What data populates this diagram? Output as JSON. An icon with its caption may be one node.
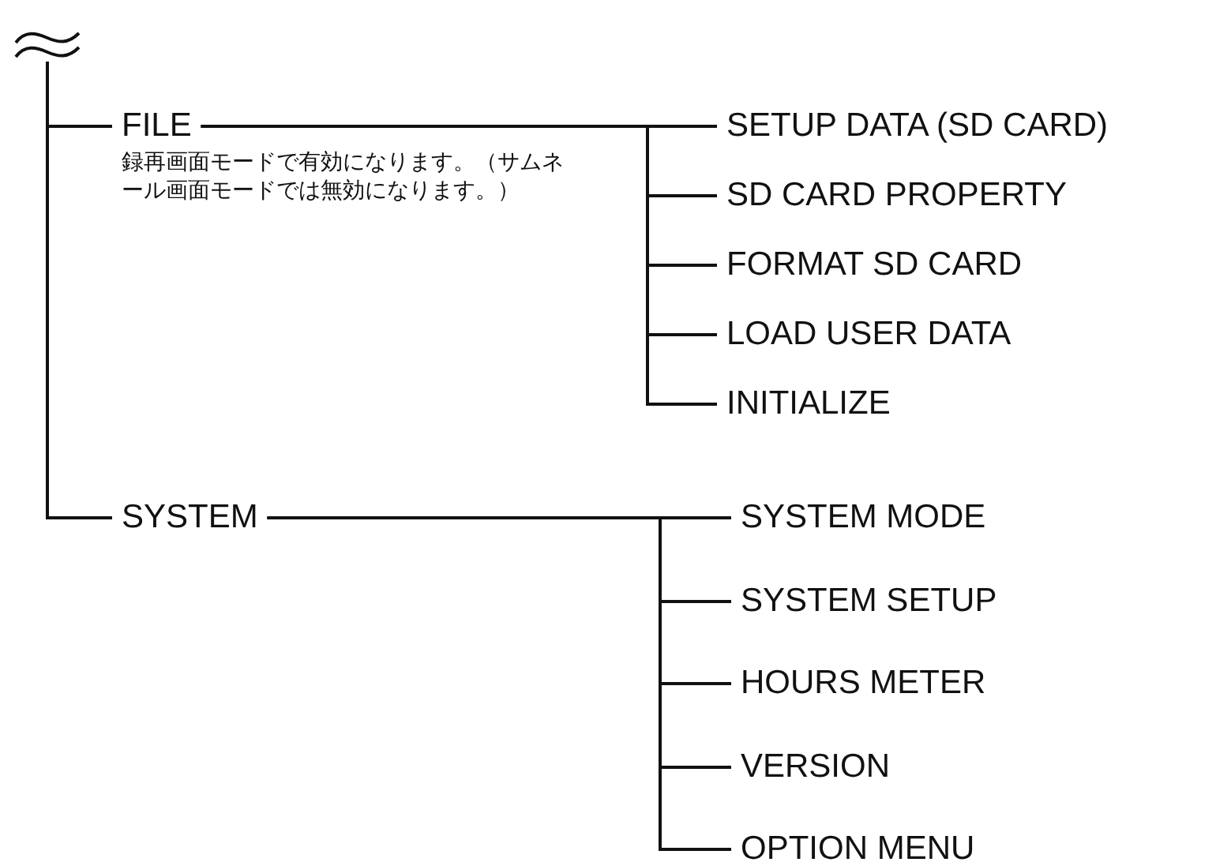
{
  "diagram": {
    "nodes": [
      {
        "text": [],
        "shape": "break"
      },
      {
        "text": [
          "FILE"
        ],
        "beside": [
          "録再画面モードで有効になります。（サムネール画面モードでは無効になります。）"
        ]
      },
      {
        "text": [
          "SETUP DATA (SD CARD)"
        ]
      },
      {
        "text": [
          "SD CARD PROPERTY"
        ]
      },
      {
        "text": [
          "FORMAT SD CARD"
        ]
      },
      {
        "text": [
          "LOAD USER DATA"
        ]
      },
      {
        "text": [
          "INITIALIZE"
        ]
      },
      {
        "text": [
          "SYSTEM"
        ]
      },
      {
        "text": [
          "SYSTEM MODE"
        ]
      },
      {
        "text": [
          "SYSTEM SETUP"
        ]
      },
      {
        "text": [
          "HOURS METER"
        ]
      },
      {
        "text": [
          "VERSION"
        ]
      },
      {
        "text": [
          "OPTION MENU"
        ]
      }
    ],
    "edges": [
      {
        "from": 0,
        "to": 1,
        "arrow": "none"
      },
      {
        "from": 0,
        "to": 7,
        "arrow": "none"
      },
      {
        "from": 1,
        "to": 2,
        "arrow": "none"
      },
      {
        "from": 1,
        "to": 3,
        "arrow": "none"
      },
      {
        "from": 1,
        "to": 4,
        "arrow": "none"
      },
      {
        "from": 1,
        "to": 5,
        "arrow": "none"
      },
      {
        "from": 1,
        "to": 6,
        "arrow": "none"
      },
      {
        "from": 7,
        "to": 8,
        "arrow": "none"
      },
      {
        "from": 7,
        "to": 9,
        "arrow": "none"
      },
      {
        "from": 7,
        "to": 10,
        "arrow": "none"
      },
      {
        "from": 7,
        "to": 11,
        "arrow": "none"
      },
      {
        "from": 7,
        "to": 12,
        "arrow": "none"
      }
    ]
  }
}
